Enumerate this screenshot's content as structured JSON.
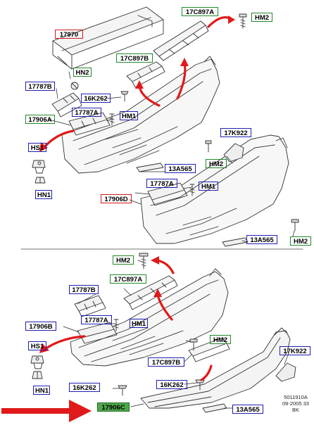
{
  "colors": {
    "frame_blue": "#1e1eb4",
    "frame_green": "#1e8a28",
    "frame_red": "#d01818",
    "highlight_fill": "#4fa84a",
    "arrow_red": "#e01a1a",
    "line_art": "#333333"
  },
  "labels": {
    "top_17970": "17970",
    "top_17c897a": "17C897A",
    "top_hm2_a": "HM2",
    "top_hn2": "HN2",
    "top_17c897b": "17C897B",
    "top_17787b": "17787B",
    "top_16k262": "16K262",
    "top_17906a": "17906A",
    "top_17787a": "17787A",
    "top_hm1": "HM1",
    "top_hs1": "HS1",
    "top_hn1": "HN1",
    "top_17k922": "17K922",
    "top_hm2_b": "HM2",
    "top_13a565": "13A565",
    "mid_17787a": "17787A",
    "mid_hm1": "HM1",
    "mid_17906d": "17906D",
    "mid_13a565": "13A565",
    "mid_hm2": "HM2",
    "bot_hm2_a": "HM2",
    "bot_17c897a": "17C897A",
    "bot_17787b": "17787B",
    "bot_17906b": "17906B",
    "bot_17787a": "17787A",
    "bot_hm1": "HM1",
    "bot_hm2_b": "HM2",
    "bot_hs1": "HS1",
    "bot_17c897b": "17C897B",
    "bot_17k922": "17K922",
    "bot_hn1": "HN1",
    "bot_16k262_a": "16K262",
    "bot_16k262_b": "16K262",
    "bot_17906c": "17906C",
    "bot_13a565": "13A565"
  },
  "footer": {
    "code_line1": "5011910A",
    "code_line2": "09-2005 33",
    "code_line3": "BK"
  }
}
